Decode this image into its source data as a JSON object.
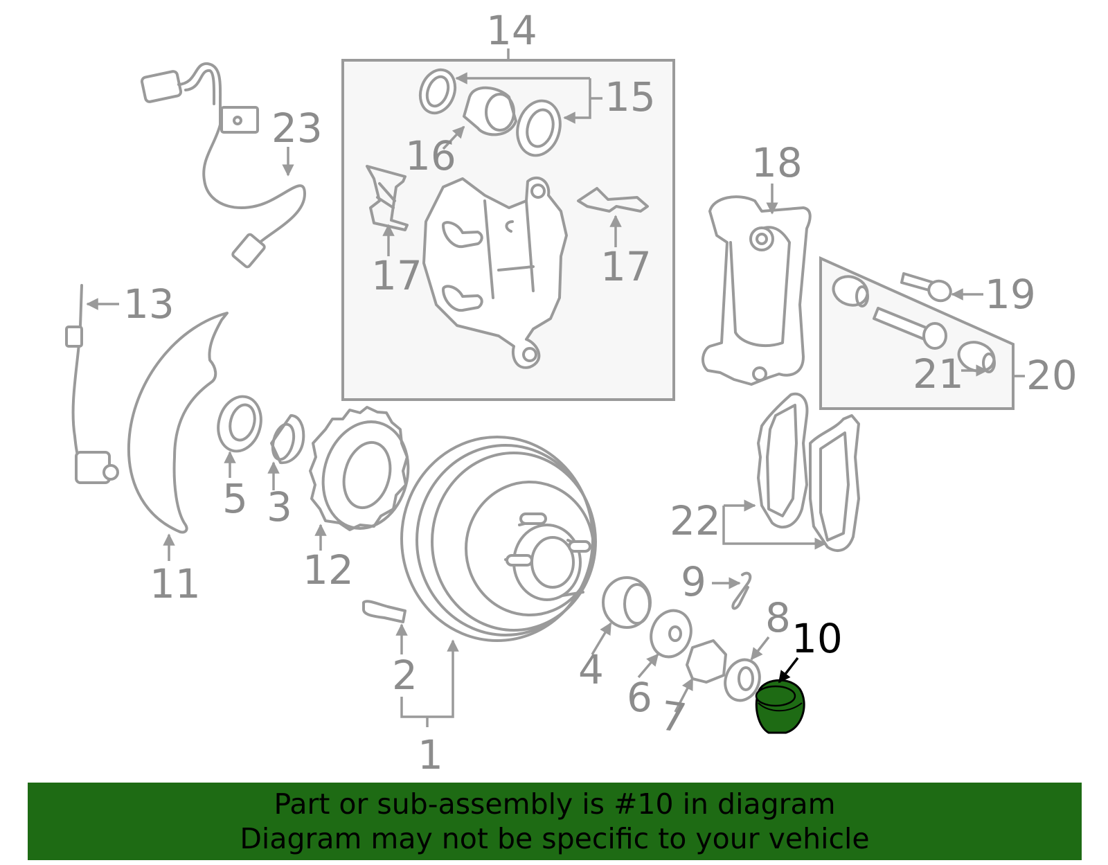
{
  "callouts": {
    "n1": "1",
    "n2": "2",
    "n3": "3",
    "n4": "4",
    "n5": "5",
    "n6": "6",
    "n7": "7",
    "n8": "8",
    "n9": "9",
    "n10": "10",
    "n11": "11",
    "n12": "12",
    "n13": "13",
    "n14": "14",
    "n15": "15",
    "n16": "16",
    "n17a": "17",
    "n17b": "17",
    "n18": "18",
    "n19": "19",
    "n20": "20",
    "n21": "21",
    "n22": "22",
    "n23": "23"
  },
  "highlight": {
    "part_number": "10",
    "color": "#1e6b14"
  },
  "banner": {
    "line1": "Part or sub-assembly is #10 in diagram",
    "line2": "Diagram may not be specific to your vehicle",
    "background": "#1e6b14"
  }
}
